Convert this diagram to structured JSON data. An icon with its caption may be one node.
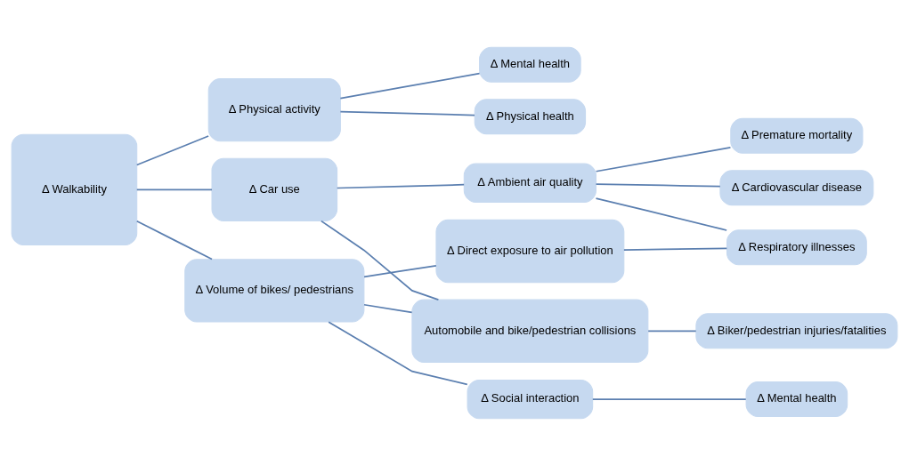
{
  "diagram": {
    "nodes": [
      {
        "text": [
          "Δ Walkability"
        ]
      },
      {
        "text": [
          "Δ Physical activity"
        ]
      },
      {
        "text": [
          "Δ Car use"
        ]
      },
      {
        "text": [
          "Δ Volume of bikes/ pedestrians"
        ]
      },
      {
        "text": [
          "Δ Mental health"
        ]
      },
      {
        "text": [
          "Δ Physical health"
        ]
      },
      {
        "text": [
          "Δ Ambient air quality"
        ]
      },
      {
        "text": [
          "Δ Premature mortality"
        ]
      },
      {
        "text": [
          "Δ Cardiovascular disease"
        ]
      },
      {
        "text": [
          "Δ Direct exposure to air pollution"
        ]
      },
      {
        "text": [
          "Δ Respiratory illnesses"
        ]
      },
      {
        "text": [
          "Automobile and bike/pedestrian collisions"
        ]
      },
      {
        "text": [
          "Δ Biker/pedestrian injuries/fatalities"
        ]
      },
      {
        "text": [
          "Δ Social interaction"
        ]
      },
      {
        "text": [
          "Δ Mental health"
        ]
      }
    ],
    "edges": [
      {
        "from": 0,
        "to": 1,
        "arrow": "none"
      },
      {
        "from": 0,
        "to": 2,
        "arrow": "none"
      },
      {
        "from": 0,
        "to": 3,
        "arrow": "none"
      },
      {
        "from": 1,
        "to": 4,
        "arrow": "none"
      },
      {
        "from": 1,
        "to": 5,
        "arrow": "none"
      },
      {
        "from": 2,
        "to": 6,
        "arrow": "none"
      },
      {
        "from": 2,
        "to": 11,
        "arrow": "none"
      },
      {
        "from": 6,
        "to": 7,
        "arrow": "none"
      },
      {
        "from": 6,
        "to": 8,
        "arrow": "none"
      },
      {
        "from": 6,
        "to": 10,
        "arrow": "none"
      },
      {
        "from": 3,
        "to": 9,
        "arrow": "none"
      },
      {
        "from": 3,
        "to": 11,
        "arrow": "none"
      },
      {
        "from": 3,
        "to": 13,
        "arrow": "none"
      },
      {
        "from": 9,
        "to": 10,
        "arrow": "none"
      },
      {
        "from": 11,
        "to": 12,
        "arrow": "none"
      },
      {
        "from": 13,
        "to": 14,
        "arrow": "none"
      }
    ]
  }
}
